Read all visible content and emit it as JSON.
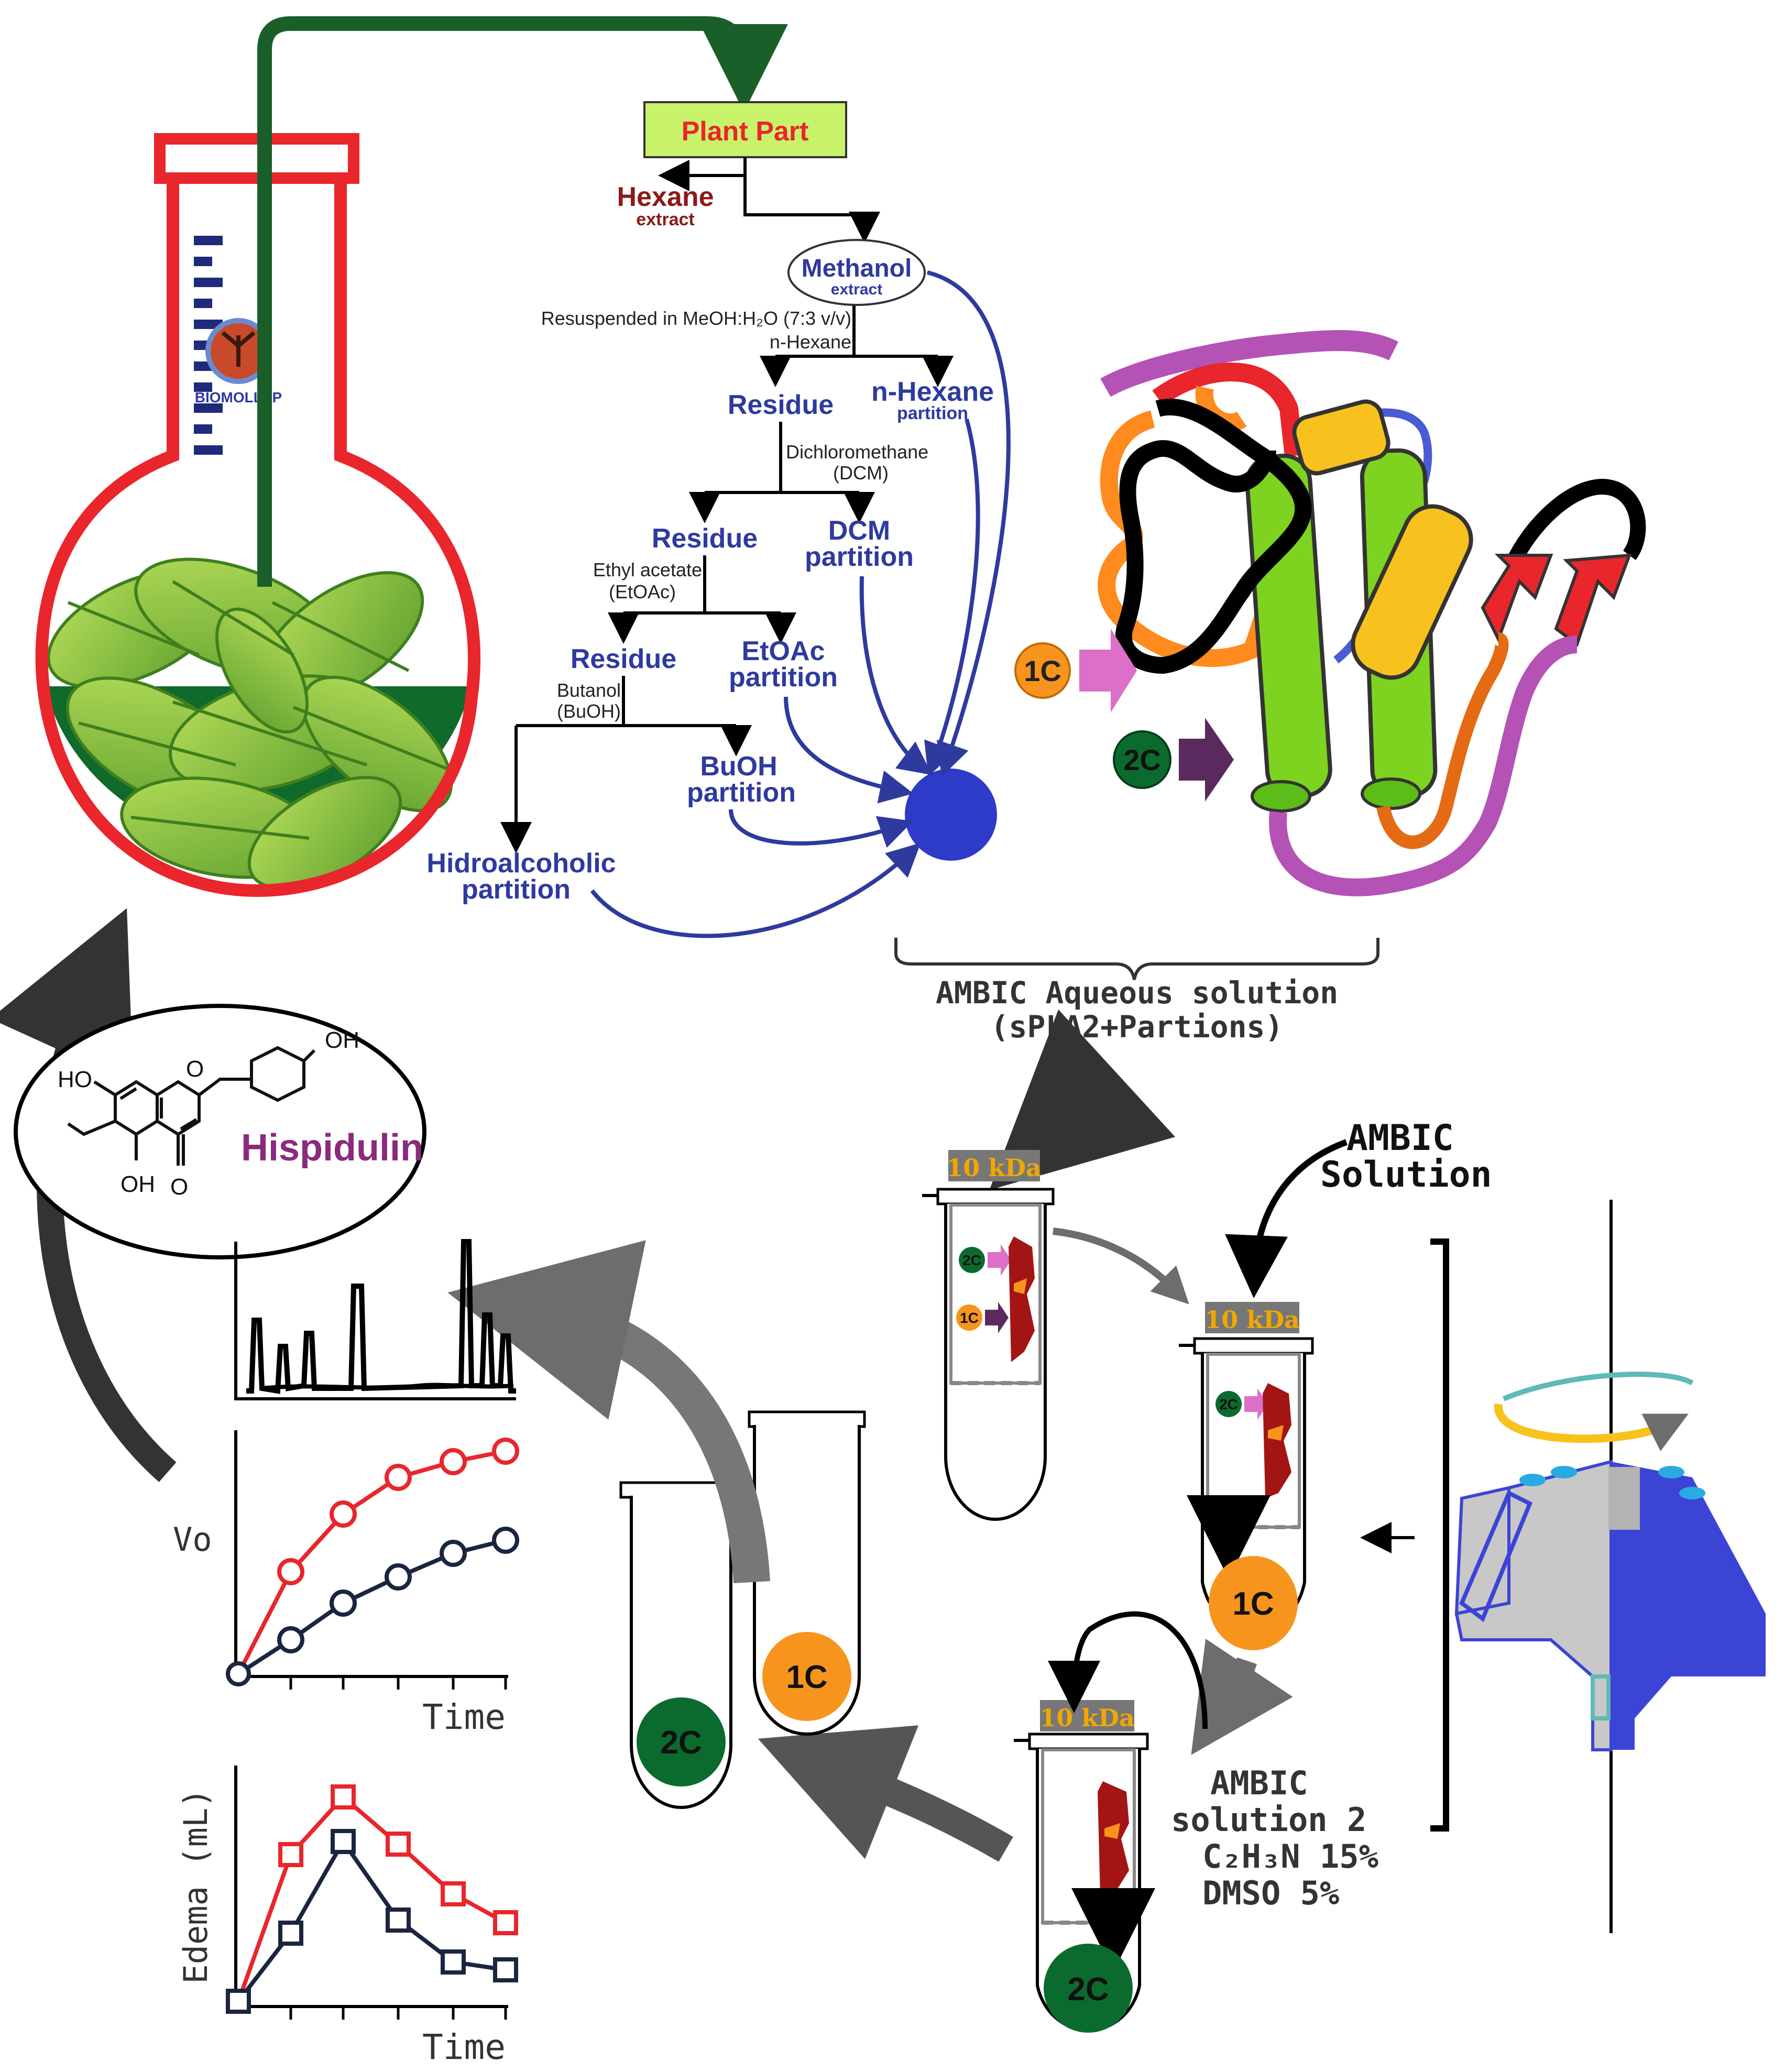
{
  "flowchart": {
    "plant_part": "Plant Part",
    "hexane_extract": "Hexane",
    "hexane_extract_sub": "extract",
    "methanol_extract": "Methanol",
    "methanol_extract_sub": "extract",
    "resuspended": "Resuspended in MeOH:H₂O (7:3 v/v)",
    "n_hexane_solvent": "n-Hexane",
    "residue_1": "Residue",
    "n_hexane_partition": "n-Hexane",
    "n_hexane_partition_sub": "partition",
    "dcm_solvent_1": "Dichloromethane",
    "dcm_solvent_2": "(DCM)",
    "residue_2": "Residue",
    "dcm_partition_1": "DCM",
    "dcm_partition_2": "partition",
    "etoac_solvent_1": "Ethyl acetate",
    "etoac_solvent_2": "(EtOAc)",
    "residue_3": "Residue",
    "etoac_partition_1": "EtOAc",
    "etoac_partition_2": "partition",
    "buoh_solvent_1": "Butanol",
    "buoh_solvent_2": "(BuOH)",
    "buoh_partition_1": "BuOH",
    "buoh_partition_2": "partition",
    "hidro_partition_1": "Hidroalcoholic",
    "hidro_partition_2": "partition"
  },
  "flask": {
    "logo_text": "BIOMOLLEP"
  },
  "protein": {
    "label_1c": "1C",
    "label_2c": "2C",
    "ambic_aqueous_1": "AMBIC Aqueous solution",
    "ambic_aqueous_2": "(sPLA2+Partions)"
  },
  "tubes": {
    "filter_label": "10 kDa",
    "ambic_solution_1": "AMBIC",
    "ambic_solution_2": "Solution",
    "ambic_solution2_1": "AMBIC",
    "ambic_solution2_2": "solution 2",
    "acetonitrile": "C₂H₃N 15%",
    "dmso": "DMSO 5%",
    "label_1c": "1C",
    "label_2c": "2C"
  },
  "molecule": {
    "name": "Hispidulin",
    "atoms": [
      "OH",
      "HO",
      "O",
      "OH",
      "O"
    ]
  },
  "vo_chart": {
    "ylabel": "Vo",
    "xlabel": "Time"
  },
  "edema_chart": {
    "ylabel": "Edema (mL)",
    "xlabel": "Time"
  },
  "colors": {
    "flask_red": "#e8262c",
    "flow_blue": "#3b44c4",
    "dark_green": "#1a5e2a",
    "leaf_green": "#8cc63f",
    "label_orange": "#f7941d",
    "label_green": "#0b6b2e",
    "helix_green": "#7ed321",
    "helix_yellow": "#f7c21e",
    "sheet_red": "#e8262c",
    "hispidulin_purple": "#8b2a7c",
    "arrow_gray": "#6d6d6d",
    "centrifuge_blue": "#3c44d6",
    "gel_red": "#a31515",
    "filter_gold": "#f0a800"
  }
}
